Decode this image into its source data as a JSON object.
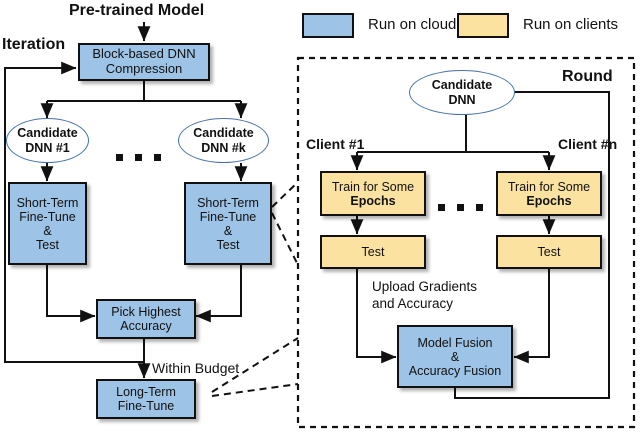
{
  "figure": {
    "title_top": "Pre-trained Model",
    "iteration_label": "Iteration",
    "round_label": "Round",
    "within_budget_label": "Within Budget",
    "upload_label_line1": "Upload Gradients",
    "upload_label_line2": "and  Accuracy",
    "client_first_label": "Client #1",
    "client_last_label": "Client #n"
  },
  "legend": {
    "items": [
      {
        "label": "Run on cloud",
        "color": "#9dc3e6",
        "swatch": "blue-swatch"
      },
      {
        "label": "Run on clients",
        "color": "#fbe2a0",
        "swatch": "yellow-swatch"
      }
    ]
  },
  "cloud_pipeline": {
    "compression": {
      "line1": "Block-based DNN",
      "line2": "Compression",
      "color": "#9dc3e6"
    },
    "candidates": [
      {
        "line1": "Candidate",
        "line2": "DNN #1"
      },
      {
        "line1": "Candidate",
        "line2": "DNN #k"
      }
    ],
    "short_term": {
      "lines": [
        "Short-Term",
        "Fine-Tune",
        "&",
        "Test"
      ],
      "color": "#9dc3e6"
    },
    "pick_highest": {
      "line1": "Pick Highest",
      "line2": "Accuracy",
      "color": "#9dc3e6"
    },
    "long_term": {
      "line1": "Long-Term",
      "line2": "Fine-Tune",
      "color": "#9dc3e6"
    }
  },
  "client_panel": {
    "candidate_dnn": {
      "line1": "Candidate",
      "line2": "DNN"
    },
    "train": {
      "line1": "Train for Some",
      "line2": "Epochs",
      "color": "#fbe2a0"
    },
    "test": {
      "label": "Test",
      "color": "#fbe2a0"
    },
    "fusion": {
      "line1": "Model Fusion",
      "line2": "&",
      "line3": "Accuracy Fusion",
      "color": "#9dc3e6"
    }
  }
}
